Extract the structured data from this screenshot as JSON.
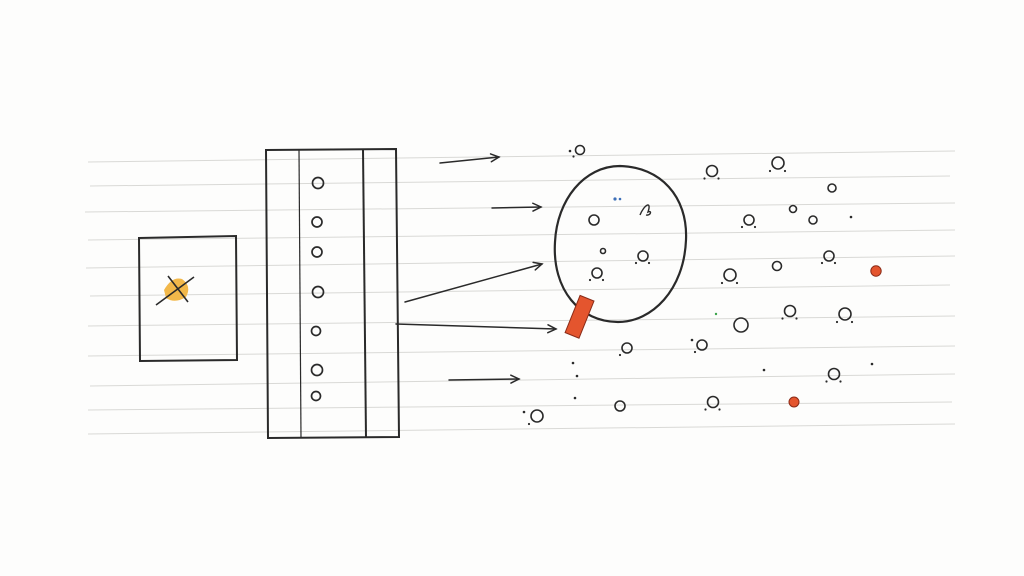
{
  "colors": {
    "paper": "#fdfdfc",
    "rule_line": "#d9d9d6",
    "ink": "#2a2a2a",
    "highlight": "#f2b84a",
    "accent": "#e4552e"
  },
  "diagram": {
    "text": [],
    "elements": [
      "source-box",
      "crossed-mark",
      "grid-column",
      "flow-arrows",
      "enclosing-circle",
      "scattered-dots",
      "highlighted-rectangle",
      "highlighted-dots"
    ]
  }
}
